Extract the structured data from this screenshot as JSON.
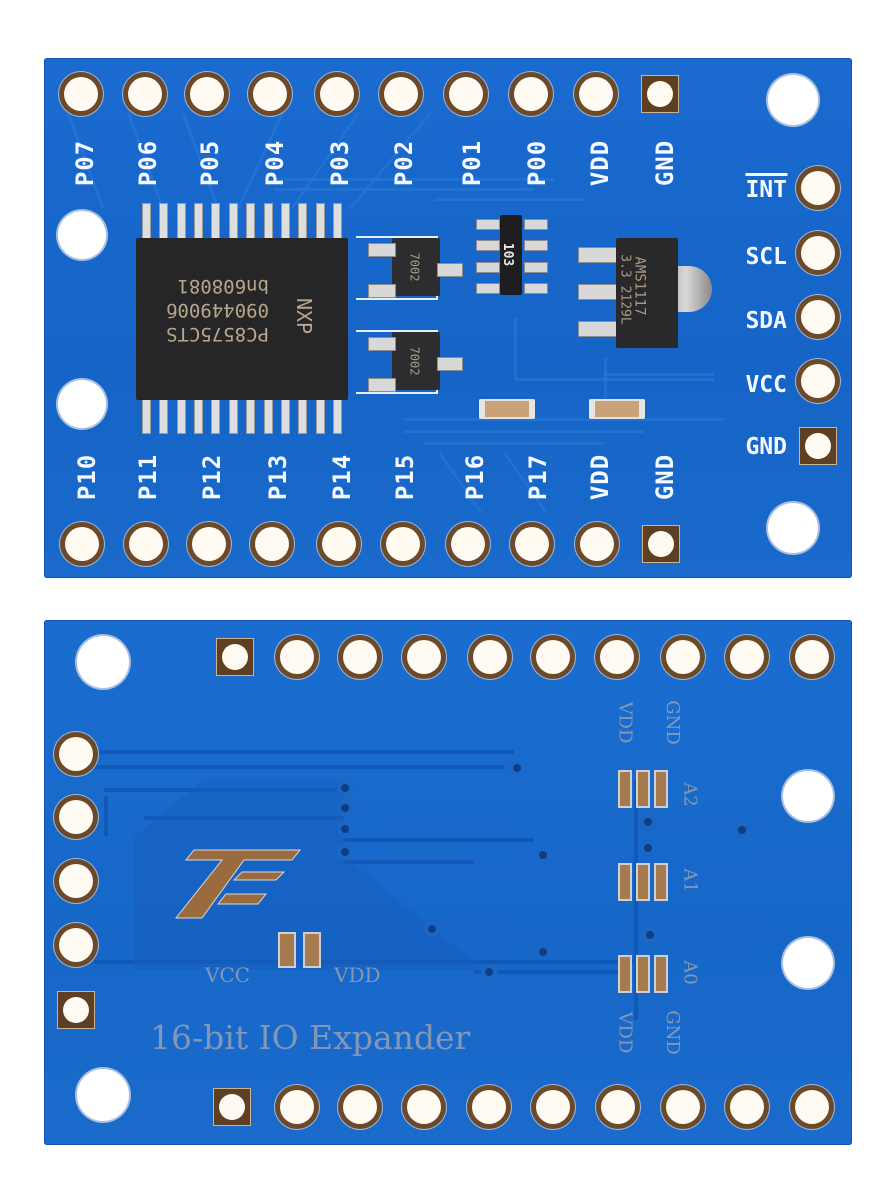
{
  "image": {
    "description": "Front and back views of a blue PCF8575 16-bit I/O expander breakout board",
    "background": "#ffffff",
    "board_color": "#1565c8",
    "pad_color": "#6a4a2a"
  },
  "front_board": {
    "top_header_labels": [
      "P07",
      "P06",
      "P05",
      "P04",
      "P03",
      "P02",
      "P01",
      "P00",
      "VDD",
      "GND"
    ],
    "bottom_header_labels": [
      "P10",
      "P11",
      "P12",
      "P13",
      "P14",
      "P15",
      "P16",
      "P17",
      "VDD",
      "GND"
    ],
    "side_header_labels": [
      "INT",
      "SCL",
      "SDA",
      "VCC",
      "GND"
    ],
    "main_chip": {
      "brand": "NXP",
      "line1": "PC8575CTS",
      "line2": "09044900б",
      "line3": "bn608081"
    },
    "transistors": [
      {
        "marking": "7002"
      },
      {
        "marking": "7002"
      }
    ],
    "resistor_array": {
      "marking": "103"
    },
    "regulator": {
      "line1": "AMS1117",
      "line2": "3.3  2129L"
    }
  },
  "back_board": {
    "title": "16-bit IO Expander",
    "jumper_labels": {
      "vcc": "VCC",
      "vdd": "VDD"
    },
    "address_labels": [
      "A2",
      "A1",
      "A0"
    ],
    "address_side_top": [
      "VDD",
      "GND"
    ],
    "address_side_bottom": [
      "VDD",
      "GND"
    ]
  }
}
